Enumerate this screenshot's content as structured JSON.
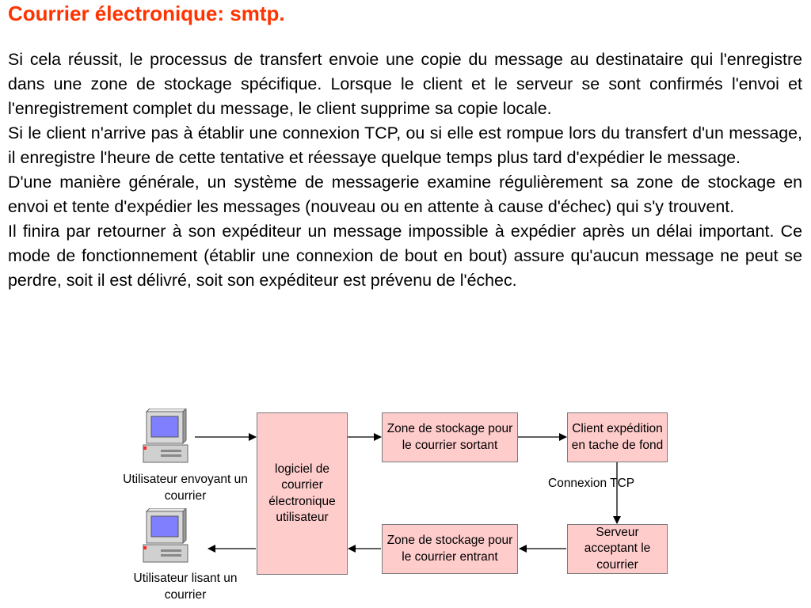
{
  "title": "Courrier électronique: smtp.",
  "paragraphs": [
    "Si cela réussit, le processus de transfert envoie une copie du message au destinataire qui l'enregistre dans une zone de stockage spécifique. Lorsque le client et le serveur se sont confirmés l'envoi et l'enregistrement complet du message, le client supprime sa copie locale.",
    "Si le client n'arrive pas à établir une connexion TCP, ou si elle est rompue lors du transfert d'un message, il enregistre l'heure de cette tentative et réessaye quelque temps plus tard d'expédier le message.",
    "D'une manière générale, un système de messagerie examine régulièrement sa zone de stockage en envoi et tente d'expédier les messages (nouveau ou en attente à cause d'échec) qui s'y trouvent.",
    "Il finira par retourner à son expéditeur un message impossible à expédier après un délai important. Ce mode de fonctionnement (établir une connexion de bout en bout) assure qu'aucun message ne peut se perdre, soit il est délivré, soit son expéditeur est prévenu de l'échec."
  ],
  "diagram": {
    "sender_label": "Utilisateur envoyant un courrier",
    "reader_label": "Utilisateur lisant un courrier",
    "mail_software": "logiciel de courrier électronique utilisateur",
    "outgoing_storage": "Zone de stockage pour le courrier sortant",
    "client": "Client expédition en tache de fond",
    "tcp_label": "Connexion TCP",
    "server": "Serveur acceptant le courrier",
    "incoming_storage": "Zone de stockage pour le courrier entrant"
  },
  "colors": {
    "title": "#ff3300",
    "box_fill": "#ffcccc",
    "box_border": "#7a7a7a"
  },
  "icons": [
    "computer-icon"
  ]
}
